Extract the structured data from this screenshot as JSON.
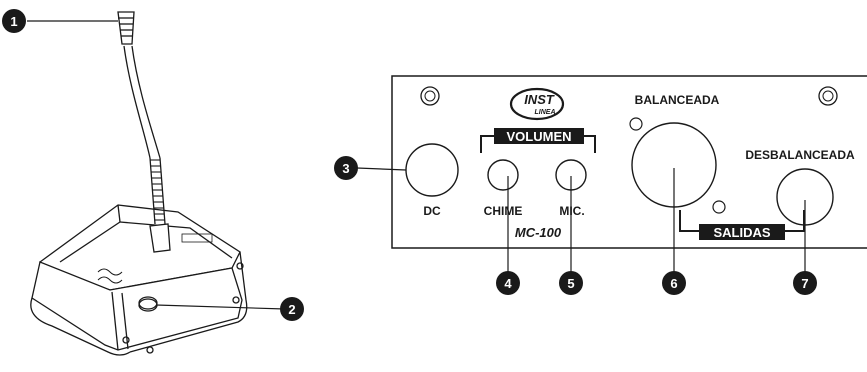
{
  "callouts": [
    "1",
    "2",
    "3",
    "4",
    "5",
    "6",
    "7"
  ],
  "panel": {
    "brand_logo_top": "INST",
    "brand_logo_bottom": "LINEA",
    "volumen_label": "VOLUMEN",
    "balanceada_label": "BALANCEADA",
    "desbalanceada_label": "DESBALANCEADA",
    "dc_label": "DC",
    "chime_label": "CHIME",
    "mic_label": "MIC.",
    "model_label": "MC-100",
    "salidas_label": "SALIDAS"
  },
  "colors": {
    "line": "#1a1a1a",
    "callout_fill": "#1a1a1a",
    "callout_text": "#ffffff",
    "label_box_fill": "#1a1a1a",
    "label_box_text": "#ffffff"
  }
}
